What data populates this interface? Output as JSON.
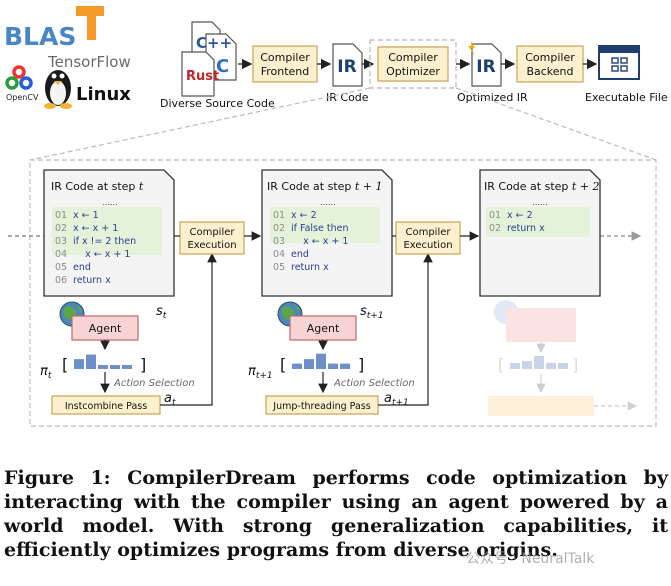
{
  "pipeline": {
    "logos": {
      "blas": "BLAS",
      "tensorflow": "TensorFlow",
      "opencv": "OpenCV",
      "linux": "Linux"
    },
    "source_langs": {
      "cpp": "C++",
      "c": "C",
      "rust": "Rust"
    },
    "source_label": "Diverse Source Code",
    "frontend": [
      "Compiler",
      "Frontend"
    ],
    "ir": "IR",
    "ir_label": "IR Code",
    "optimizer": [
      "Compiler",
      "Optimizer"
    ],
    "opt_ir": "IR",
    "opt_ir_label": "Optimized IR",
    "backend": [
      "Compiler",
      "Backend"
    ],
    "exe_label": "Executable File"
  },
  "steps": [
    {
      "title_prefix": "IR Code at step ",
      "title_var": "t",
      "dots": "......",
      "code": [
        {
          "num": "01",
          "text": "x ← 1"
        },
        {
          "num": "02",
          "text": "x ← x + 1"
        },
        {
          "num": "03",
          "text": "if x != 2 then"
        },
        {
          "num": "04",
          "text": "    x ← x + 1"
        },
        {
          "num": "05",
          "text": "end"
        },
        {
          "num": "06",
          "text": "return x"
        }
      ],
      "state": "s",
      "state_sub": "t",
      "agent": "Agent",
      "policy": "π",
      "policy_sub": "t",
      "action_selection": "Action Selection",
      "action": "a",
      "action_sub": "t",
      "pass": "Instcombine Pass",
      "exec": [
        "Compiler",
        "Execution"
      ],
      "bars": [
        0.55,
        0.8,
        0.22,
        0.22,
        0.22
      ]
    },
    {
      "title_prefix": "IR Code at step ",
      "title_var": "t + 1",
      "dots": "......",
      "code": [
        {
          "num": "01",
          "text": "x ← 2"
        },
        {
          "num": "02",
          "text": "if False then"
        },
        {
          "num": "03",
          "text": "    x ← x + 1"
        },
        {
          "num": "04",
          "text": "end"
        },
        {
          "num": "05",
          "text": "return x"
        }
      ],
      "state": "s",
      "state_sub": "t+1",
      "agent": "Agent",
      "policy": "π",
      "policy_sub": "t+1",
      "action_selection": "Action Selection",
      "action": "a",
      "action_sub": "t+1",
      "pass": "Jump-threading Pass",
      "exec": [
        "Compiler",
        "Execution"
      ],
      "bars": [
        0.3,
        0.55,
        0.85,
        0.3,
        0.3
      ]
    },
    {
      "title_prefix": "IR Code at step ",
      "title_var": "t + 2",
      "dots": "......",
      "code": [
        {
          "num": "01",
          "text": "x ← 2"
        },
        {
          "num": "02",
          "text": "return x"
        }
      ]
    }
  ],
  "caption": "Figure 1: CompilerDream performs code optimization by interacting with the compiler using an agent powered by a world model. With strong generalization capabilities, it efficiently optimizes programs from diverse origins.",
  "watermark": "公众号 · NeuralTalk"
}
